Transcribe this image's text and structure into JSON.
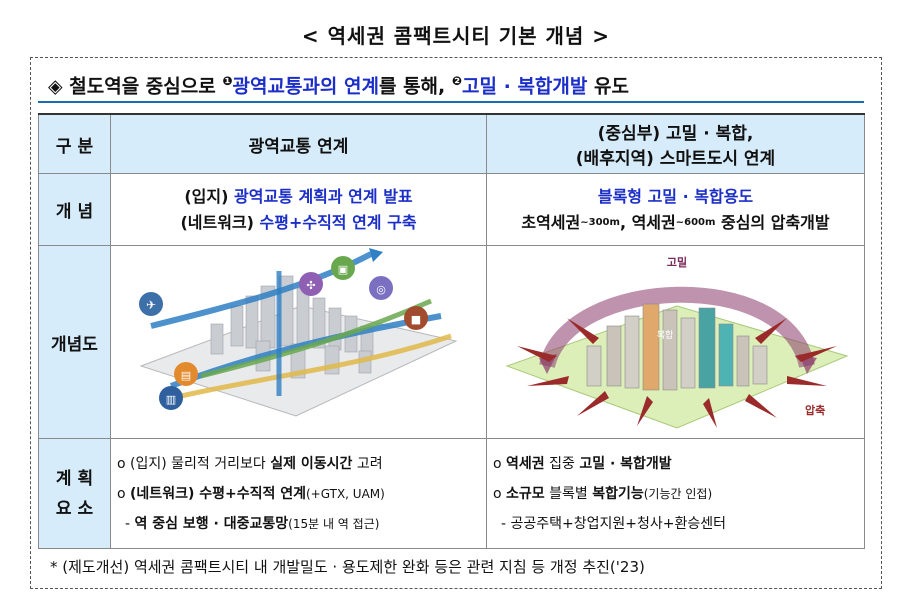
{
  "title": "< 역세권 콤팩트시티 기본 개념 >",
  "headline": {
    "bullet": "◈",
    "prefix": "철도역을 중심으로 ",
    "num1": "❶",
    "link1": "광역교통과의 연계",
    "mid": "를 통해, ",
    "num2": "❷",
    "link2": "고밀 · 복합개발",
    "suffix": " 유도"
  },
  "table": {
    "header": {
      "col0": "구  분",
      "col1": "광역교통 연계",
      "col2_line1": "(중심부) 고밀 · 복합,",
      "col2_line2": "(배후지역) 스마트도시 연계"
    },
    "concept": {
      "label": "개  념",
      "left_line1_prefix": "(입지) ",
      "left_line1_main": "광역교통 계획과 연계 발표",
      "left_line2_prefix": "(네트워크) ",
      "left_line2_main": "수평+수직적 연계 구축",
      "right_line1": "블록형 고밀 · 복합용도",
      "right_line2_a": "초역세권",
      "right_line2_a_sup": "~300m",
      "right_line2_b": ", 역세권",
      "right_line2_b_sup": "~600m",
      "right_line2_c": " 중심의 압축개발"
    },
    "diagram": {
      "label": "개념도",
      "right_top_label": "고밀",
      "right_side_label": "압축",
      "right_center_label": "복합"
    },
    "requirements": {
      "label_line1": "계  획",
      "label_line2": "요  소",
      "left": [
        {
          "bullet": "o",
          "prefix": " (입지) 물리적 거리보다 ",
          "bold": "실제 이동시간",
          "suffix": " 고려",
          "mini": ""
        },
        {
          "bullet": "o",
          "prefix": " ",
          "bold": "(네트워크) 수평+수직적 연계",
          "suffix": "",
          "mini": "(+GTX, UAM)"
        },
        {
          "bullet": "-",
          "prefix": " ",
          "bold": "역 중심 보행 · 대중교통망",
          "suffix": "",
          "mini": "(15분 내 역 접근)"
        }
      ],
      "right": [
        {
          "bullet": "o",
          "bold1": "역세권",
          "mid": " 집중 ",
          "bold2": "고밀 · 복합개발",
          "end": ""
        },
        {
          "bullet": "o",
          "bold1": "소규모",
          "mid": " 블록별 ",
          "bold2": "복합기능",
          "end": "(기능간 인접)"
        },
        {
          "bullet": "-",
          "bold1": "",
          "mid": " 공공주택+창업지원+청사+환승센터",
          "bold2": "",
          "end": ""
        }
      ]
    }
  },
  "footnote": "* (제도개선) 역세권 콤팩트시티 내 개발밀도 · 용도제한 완화 등은 관련 지침 등 개정 추진('23)",
  "colors": {
    "header_bg": "#d7ecfa",
    "accent_blue": "#1b2ec8",
    "rule_blue": "#1a6cb0",
    "arrow_blue": "#2f7fc4",
    "arrow_red": "#9b2a2a"
  },
  "icons": {
    "left_diagram": [
      "airplane-icon",
      "bus-icon",
      "drone-icon",
      "bicycle-icon",
      "car-icon",
      "train-icon",
      "subway-icon"
    ],
    "right_diagram": [
      "compression-arrow-icon"
    ]
  }
}
